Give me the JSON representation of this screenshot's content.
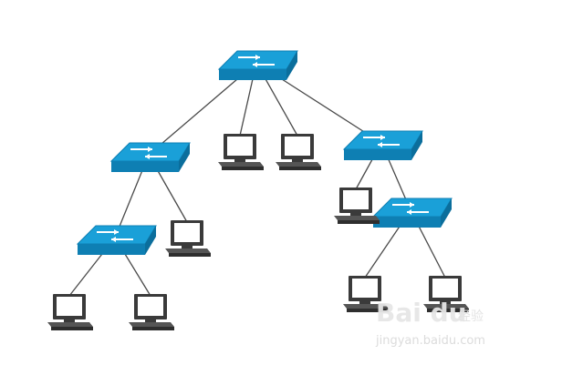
{
  "diagram": {
    "type": "hierarchical-network-topology",
    "node_types": {
      "switch": {
        "icon": "network-switch-icon",
        "top_color": "#1aa0d8",
        "side_color": "#0e7fb3",
        "arrow_color": "#ffffff"
      },
      "pc": {
        "icon": "desktop-computer-icon",
        "frame_color": "#3a3a3a",
        "screen_color": "#ffffff"
      }
    },
    "line_color": "#4a4a4a",
    "nodes": [
      {
        "id": "core-switch",
        "type": "switch"
      },
      {
        "id": "switch-left",
        "type": "switch"
      },
      {
        "id": "switch-right",
        "type": "switch"
      },
      {
        "id": "switch-left-lower",
        "type": "switch"
      },
      {
        "id": "switch-right-lower",
        "type": "switch"
      },
      {
        "id": "pc-core-1",
        "type": "pc"
      },
      {
        "id": "pc-core-2",
        "type": "pc"
      },
      {
        "id": "pc-left-1",
        "type": "pc"
      },
      {
        "id": "pc-left-lower-1",
        "type": "pc"
      },
      {
        "id": "pc-left-lower-2",
        "type": "pc"
      },
      {
        "id": "pc-right-1",
        "type": "pc"
      },
      {
        "id": "pc-right-lower-1",
        "type": "pc"
      },
      {
        "id": "pc-right-lower-2",
        "type": "pc"
      }
    ],
    "edges": [
      [
        "core-switch",
        "switch-left"
      ],
      [
        "core-switch",
        "pc-core-1"
      ],
      [
        "core-switch",
        "pc-core-2"
      ],
      [
        "core-switch",
        "switch-right"
      ],
      [
        "switch-left",
        "switch-left-lower"
      ],
      [
        "switch-left",
        "pc-left-1"
      ],
      [
        "switch-left-lower",
        "pc-left-lower-1"
      ],
      [
        "switch-left-lower",
        "pc-left-lower-2"
      ],
      [
        "switch-right",
        "pc-right-1"
      ],
      [
        "switch-right",
        "switch-right-lower"
      ],
      [
        "switch-right-lower",
        "pc-right-lower-1"
      ],
      [
        "switch-right-lower",
        "pc-right-lower-2"
      ]
    ]
  },
  "watermark": {
    "logo_text": "Bai du",
    "sub_text": "经验",
    "url": "jingyan.baidu.com"
  }
}
